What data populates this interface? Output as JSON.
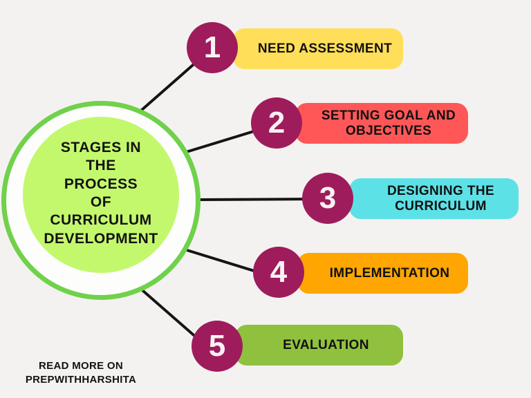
{
  "center": {
    "lines": [
      "STAGES IN",
      "THE",
      "PROCESS",
      "OF",
      "CURRICULUM",
      "DEVELOPMENT"
    ],
    "ring_color": "#70D14B",
    "fill_color": "#C3F86D"
  },
  "stages": [
    {
      "number": "1",
      "label": "NEED ASSESSMENT",
      "bar_color": "#FFDE59",
      "badge_color": "#9E1C5C"
    },
    {
      "number": "2",
      "label": "SETTING GOAL AND OBJECTIVES",
      "bar_color": "#FF5757",
      "badge_color": "#9E1C5C"
    },
    {
      "number": "3",
      "label": "DESIGNING THE CURRICULUM",
      "bar_color": "#5CE1E6",
      "badge_color": "#9E1C5C"
    },
    {
      "number": "4",
      "label": "IMPLEMENTATION",
      "bar_color": "#FFA602",
      "badge_color": "#9E1C5C"
    },
    {
      "number": "5",
      "label": "EVALUATION",
      "bar_color": "#90C13E",
      "badge_color": "#9E1C5C"
    }
  ],
  "footer": {
    "line1": "READ MORE ON",
    "line2": "PREPWITHHARSHITA"
  },
  "colors": {
    "background": "#F3F2F0",
    "connector": "#151515",
    "number_text": "#F8F2F2",
    "label_text": "#111111"
  }
}
